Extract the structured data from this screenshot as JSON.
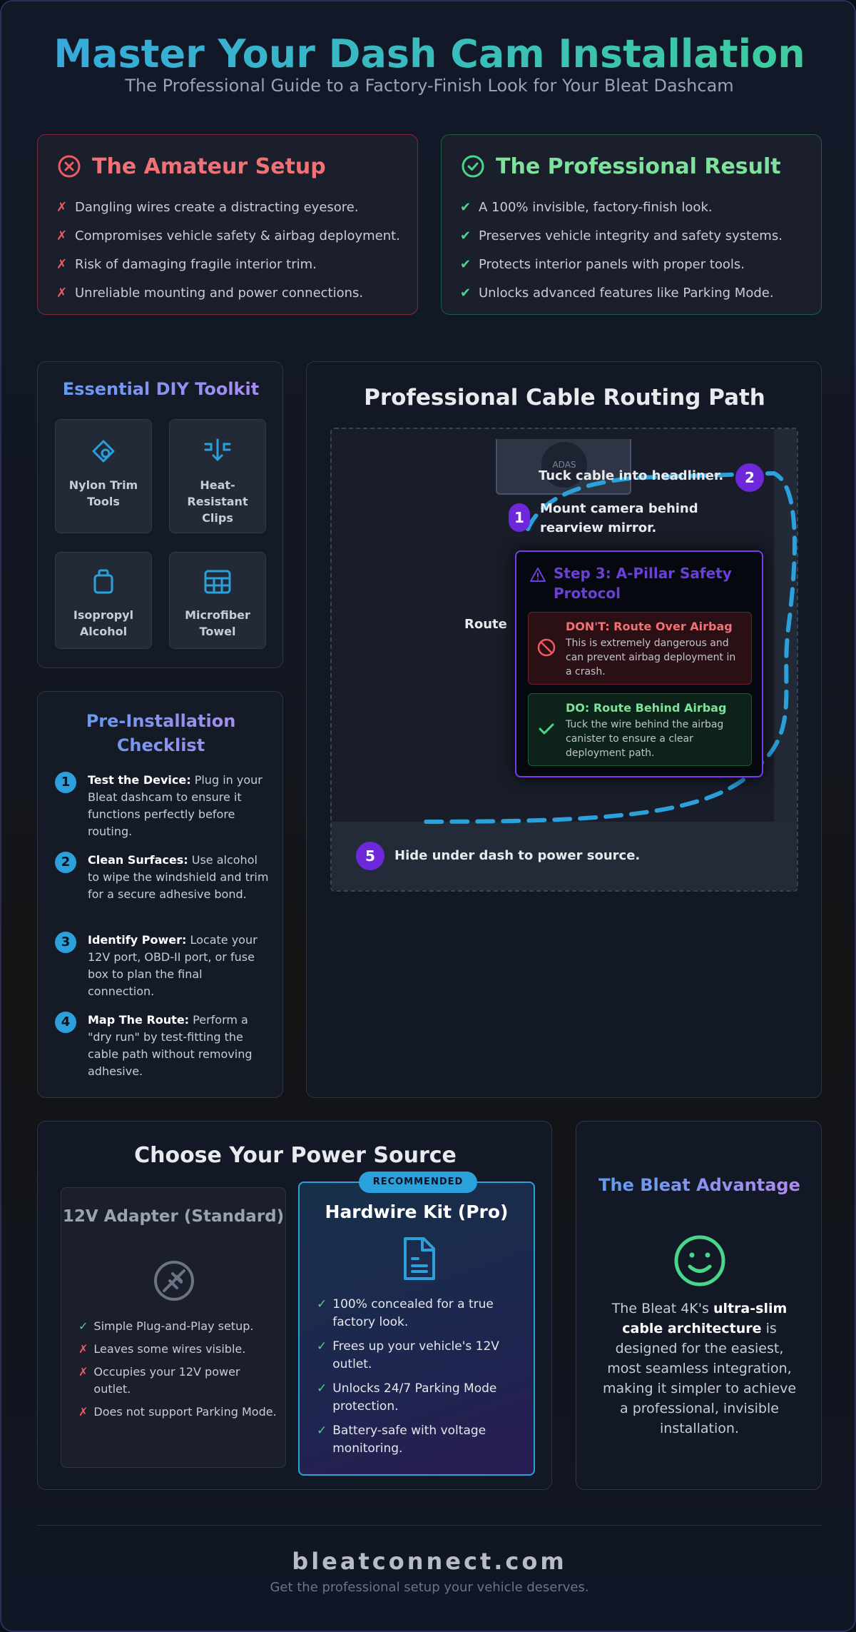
{
  "header": {
    "title": "Master Your Dash Cam Installation",
    "subtitle": "The Professional Guide to a Factory-Finish Look for Your Bleat Dashcam"
  },
  "amateur": {
    "title": "The Amateur Setup",
    "icon": "x-circle-icon",
    "items": [
      "Dangling wires create a distracting eyesore.",
      "Compromises vehicle safety & airbag deployment.",
      "Risk of damaging fragile interior trim.",
      "Unreliable mounting and power connections."
    ]
  },
  "professional": {
    "title": "The Professional Result",
    "icon": "check-circle-icon",
    "items": [
      "A 100% invisible, factory-finish look.",
      "Preserves vehicle integrity and safety systems.",
      "Protects interior panels with proper tools.",
      "Unlocks advanced features like Parking Mode."
    ]
  },
  "toolkit": {
    "title": "Essential DIY Toolkit",
    "tools": [
      {
        "label": "Nylon Trim Tools",
        "icon": "pry-tool-icon"
      },
      {
        "label": "Heat-Resistant Clips",
        "icon": "clip-icon"
      },
      {
        "label": "Isopropyl Alcohol",
        "icon": "bottle-icon"
      },
      {
        "label": "Microfiber Towel",
        "icon": "towel-icon"
      }
    ]
  },
  "checklist": {
    "title": "Pre-Installation Checklist",
    "steps": [
      {
        "num": "1",
        "head": "Test the Device:",
        "text": " Plug in your Bleat dashcam to ensure it functions perfectly before routing."
      },
      {
        "num": "2",
        "head": "Clean Surfaces:",
        "text": " Use alcohol to wipe the windshield and trim for a secure adhesive bond."
      },
      {
        "num": "3",
        "head": "Identify Power:",
        "text": " Locate your 12V port, OBD-II port, or fuse box to plan the final connection."
      },
      {
        "num": "4",
        "head": "Map The Route:",
        "text": " Perform a \"dry run\" by test-fitting the cable path without removing adhesive."
      }
    ]
  },
  "routing": {
    "title": "Professional Cable Routing Path",
    "lens_label": "ADAS",
    "steps": {
      "s1_num": "1",
      "s1_text": "Mount camera behind rearview mirror.",
      "s2_num": "2",
      "s2_text": "Tuck cable into headliner.",
      "s4_text": "Route",
      "s5_num": "5",
      "s5_text": "Hide under dash to power source."
    },
    "safety": {
      "title": "Step 3: A-Pillar Safety Protocol",
      "dont_title": "DON'T: Route Over Airbag",
      "dont_text": "This is extremely dangerous and can prevent airbag deployment in a crash.",
      "do_title": "DO: Route Behind Airbag",
      "do_text": "Tuck the wire behind the airbag canister to ensure a clear deployment path."
    },
    "colors": {
      "cable": "#2aa1db",
      "step": "#6d28d9"
    }
  },
  "power": {
    "title": "Choose Your Power Source",
    "standard": {
      "title": "12V Adapter (Standard)",
      "icon": "plug-icon",
      "items": [
        {
          "mark": "✓",
          "ok": true,
          "text": "Simple Plug-and-Play setup."
        },
        {
          "mark": "✗",
          "ok": false,
          "text": "Leaves some wires visible."
        },
        {
          "mark": "✗",
          "ok": false,
          "text": "Occupies your 12V power outlet."
        },
        {
          "mark": "✗",
          "ok": false,
          "text": "Does not support Parking Mode."
        }
      ]
    },
    "hardwire": {
      "badge": "RECOMMENDED",
      "title": "Hardwire Kit (Pro)",
      "icon": "document-icon",
      "items": [
        "100% concealed for a true factory look.",
        "Frees up your vehicle's 12V outlet.",
        "Unlocks 24/7 Parking Mode protection.",
        "Battery-safe with voltage monitoring."
      ]
    }
  },
  "advantage": {
    "title": "The Bleat Advantage",
    "icon": "smile-icon",
    "text_pre": "The Bleat 4K's ",
    "text_bold": "ultra-slim cable architecture",
    "text_post": " is designed for the easiest, most seamless integration, making it simpler to achieve a professional, invisible installation."
  },
  "footer": {
    "site": "bleatconnect.com",
    "tagline": "Get the professional setup your vehicle deserves."
  }
}
